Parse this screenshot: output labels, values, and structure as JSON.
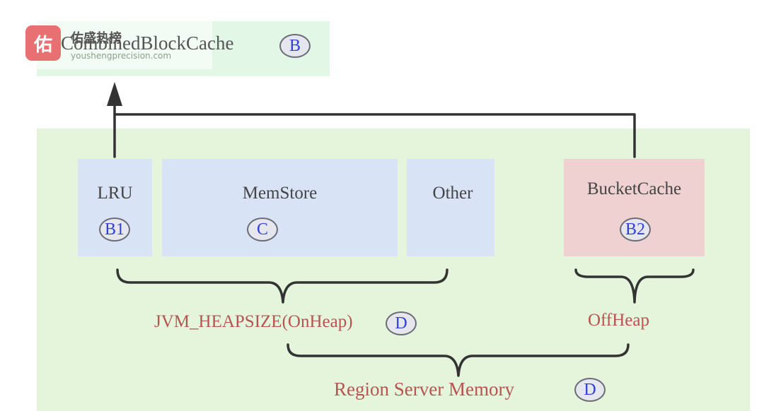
{
  "top_box": {
    "title": "CombinedBlockCache",
    "badge": "B"
  },
  "watermark": {
    "logo_char": "佑",
    "name": "佑盛热榜",
    "url": "youshengprecision.com"
  },
  "blocks": {
    "lru": {
      "label": "LRU",
      "badge": "B1"
    },
    "memstore": {
      "label": "MemStore",
      "badge": "C"
    },
    "other": {
      "label": "Other"
    },
    "bucketcache": {
      "label": "BucketCache",
      "badge": "B2"
    }
  },
  "labels": {
    "onheap": "JVM_HEAPSIZE(OnHeap)",
    "onheap_badge": "D",
    "offheap": "OffHeap",
    "region": "Region Server Memory",
    "region_badge": "D"
  },
  "colors": {
    "outer_bg": "#e4f5dc",
    "top_bg": "#e3f7e6",
    "blue_block": "#d8e4f5",
    "red_block": "#efd1d1",
    "red_text": "#b85450",
    "badge_text": "#3040d8",
    "lines": "#333333"
  }
}
